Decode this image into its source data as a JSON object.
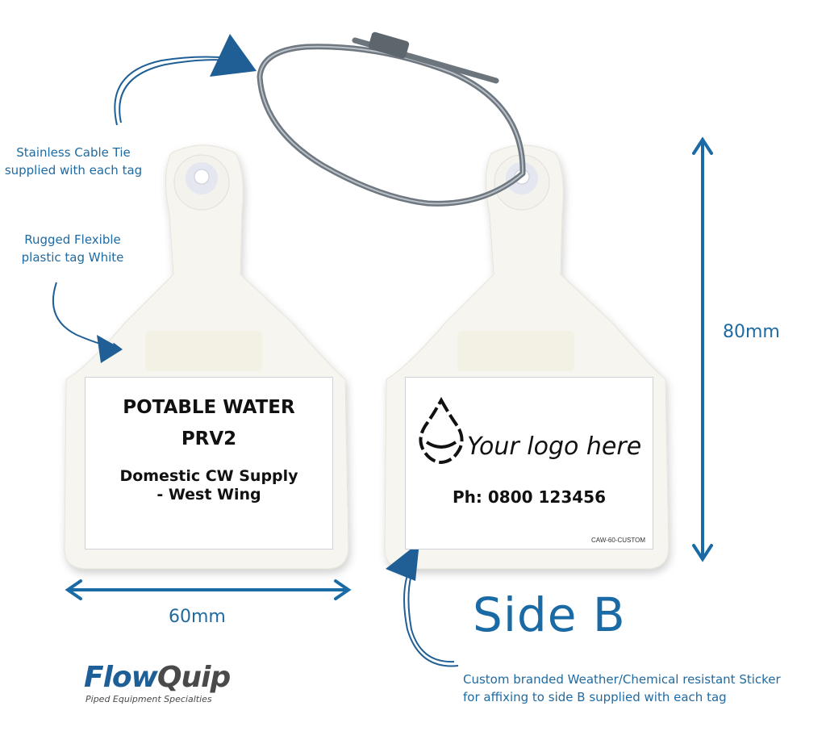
{
  "callouts": {
    "cable_tie": [
      "Stainless Cable Tie",
      "supplied with each tag"
    ],
    "tag_material": [
      "Rugged Flexible",
      "plastic tag White"
    ],
    "sticker": [
      "Custom branded Weather/Chemical resistant Sticker",
      "for affixing to side B supplied with each tag"
    ]
  },
  "dimensions": {
    "width": "60mm",
    "height": "80mm"
  },
  "side_label": "Side B",
  "tag_a": {
    "line1": "POTABLE WATER",
    "line2": "PRV2",
    "line3": "Domestic CW Supply",
    "line4": "- West Wing"
  },
  "tag_b": {
    "logo_text": "Your logo here",
    "phone": "Ph: 0800 123456",
    "code": "CAW-60-CUSTOM"
  },
  "brand": {
    "name_flow": "Flow",
    "name_quip": "Quip",
    "tagline": "Piped Equipment Specialties"
  },
  "colors": {
    "accent": "#1f6aa1",
    "tag": "#f6f5ef",
    "cable": "#6f7880"
  }
}
